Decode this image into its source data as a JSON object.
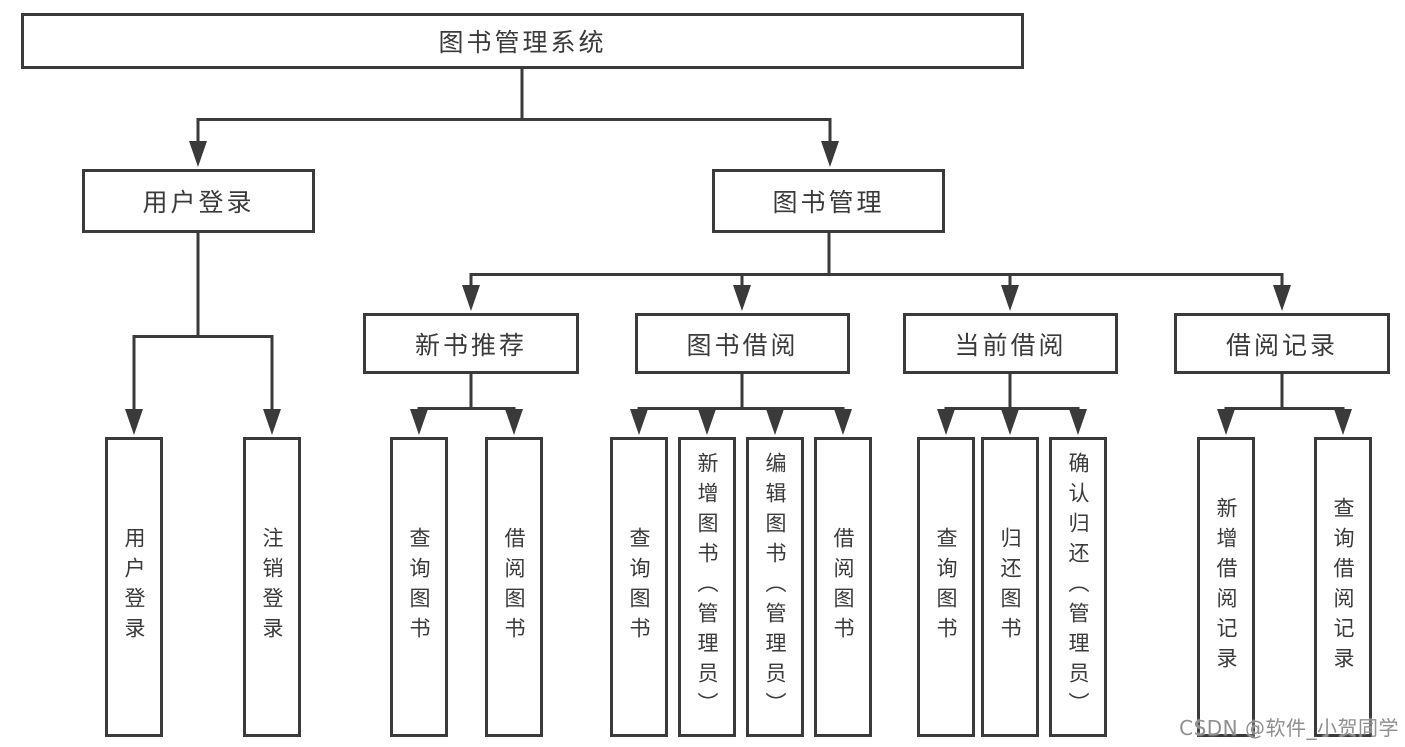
{
  "tree": {
    "root": {
      "label": "图书管理系统",
      "children": {
        "user_login": {
          "label": "用户登录",
          "children": {
            "login": {
              "label": "用户登录"
            },
            "logout": {
              "label": "注销登录"
            }
          }
        },
        "book_mgmt": {
          "label": "图书管理",
          "children": {
            "new_book_rec": {
              "label": "新书推荐",
              "children": {
                "query": {
                  "label": "查询图书"
                },
                "borrow": {
                  "label": "借阅图书"
                }
              }
            },
            "book_borrow": {
              "label": "图书借阅",
              "children": {
                "query": {
                  "label": "查询图书"
                },
                "add": {
                  "label": "新增图书（管理员）"
                },
                "edit": {
                  "label": "编辑图书（管理员）"
                },
                "borrow": {
                  "label": "借阅图书"
                }
              }
            },
            "current_borrow": {
              "label": "当前借阅",
              "children": {
                "query": {
                  "label": "查询图书"
                },
                "return": {
                  "label": "归还图书"
                },
                "confirm": {
                  "label": "确认归还（管理员）"
                }
              }
            },
            "borrow_records": {
              "label": "借阅记录",
              "children": {
                "add": {
                  "label": "新增借阅记录"
                },
                "query": {
                  "label": "查询借阅记录"
                }
              }
            }
          }
        }
      }
    }
  },
  "watermark": "CSDN @软件_小贺同学",
  "colors": {
    "line": "#3a3a3a",
    "text": "#3a3a3a",
    "watermark": "#8f8f8f",
    "background": "#ffffff"
  }
}
